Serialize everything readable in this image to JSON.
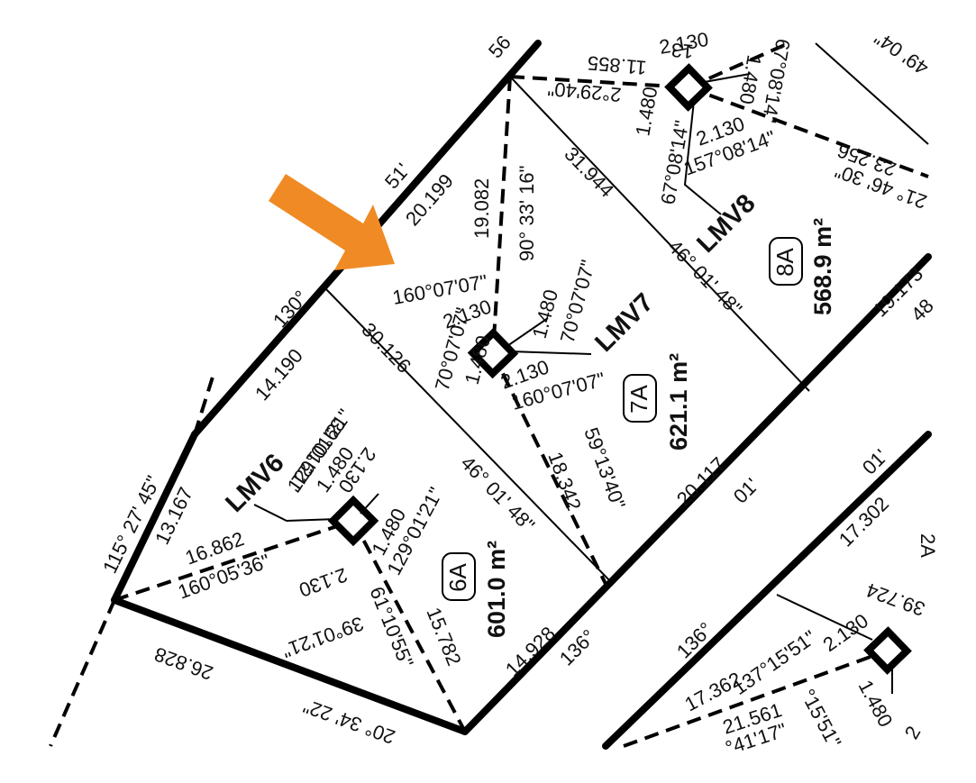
{
  "colors": {
    "pointer_arrow": "#F08A24",
    "linework": "#000000",
    "background": "#FFFFFF"
  },
  "icons": {
    "pointer": "orange-arrow-icon",
    "survey_mark": "square-survey-mark-icon"
  },
  "lots": [
    {
      "id": "6A",
      "area": "601.0 m²"
    },
    {
      "id": "7A",
      "area": "621.1 m²"
    },
    {
      "id": "8A",
      "area": "568.9 m²"
    }
  ],
  "survey_marks": [
    "LMV6",
    "LMV7",
    "LMV8"
  ],
  "labels": {
    "b_130": "130°",
    "b_51": "51'",
    "b_56": "56",
    "d_20199": "20.199",
    "d_14190": "14.190",
    "d_13167": "13.167",
    "a_115": "115° 27' 45\"",
    "d_26828": "26.828",
    "a_20_34_22": "20° 34' 22\"",
    "d_14928": "14.928",
    "b_136_a": "136°",
    "d_20117": "20.117",
    "b_01_a": "01'",
    "d_30126": "30.126",
    "b_46_a": "46° 01' 48\"",
    "d_31944": "31.944",
    "b_46_b": "46° 01' 48\"",
    "d_19173": "19.173",
    "b_48": "48",
    "d_17302": "17.302",
    "b_01_b": "01'",
    "b_136_b": "136°",
    "d_17362": "17.362",
    "d_21561": "21.561",
    "a_41_17": "°41'17\"",
    "a_137": "137°15'51\"",
    "d_2130_r": "2.130",
    "d_39724": "39.724",
    "a_155": "°15'51\"",
    "d_1480_r": "1.480",
    "b_2": "2",
    "b_2a": "2A",
    "lmv6_a1": "129°01'21\"",
    "lmv6_d1": "1.480",
    "lmv6_a2": "39°01'21\"",
    "lmv6_d2": "2.130",
    "lmv6_d3": "1.480",
    "lmv6_a3": "129°01'21\"",
    "lmv6_d4": "16.862",
    "lmv6_a4": "160°05'36\"",
    "lmv6_d5": "2.130",
    "lmv6_a5": "39°01'21\"",
    "lmv6_a6": "61°10'55\"",
    "lmv6_d6": "15.782",
    "lmv7_d1": "19.082",
    "lmv7_a1": "90° 33' 16\"",
    "lmv7_a2": "160°07'07\"",
    "lmv7_d2": "2.130",
    "lmv7_a3": "70°07'07\"",
    "lmv7_d3": "1.480",
    "lmv7_d4": "1.480",
    "lmv7_a4": "70°07'07\"",
    "lmv7_d5": "2.130",
    "lmv7_a5": "160°07'07\"",
    "lmv7_d6": "18.342",
    "lmv7_a6": "59°13'40\"",
    "lmv8_d1": "11.855",
    "lmv8_a1": "2°29'40\"",
    "lmv8_d2": "2.130",
    "lmv8_d3": "1.480",
    "lmv8_a2": "67°08'14\"",
    "lmv8_d4": "1.480",
    "lmv8_a3": "67°08'14\"",
    "lmv8_d5": "2.130",
    "lmv8_a4": "157°08'14\"",
    "lmv8_d6": "23.256",
    "lmv8_a5": "21° 46' 30\"",
    "lmv8_a6": "49' 04\"",
    "lmv8_d7": "13"
  }
}
